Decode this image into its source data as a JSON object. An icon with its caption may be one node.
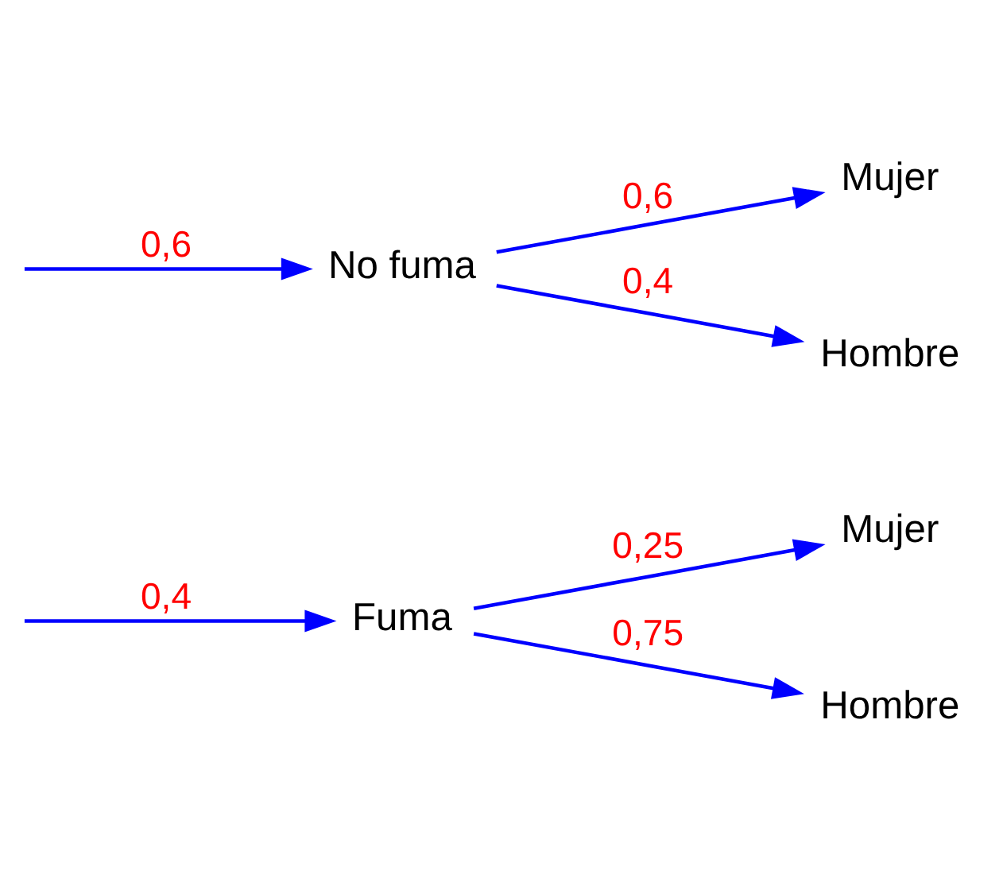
{
  "diagram": {
    "nodes": [
      {
        "text": [
          "Fuma"
        ]
      },
      {
        "text": [
          "No fuma"
        ]
      },
      {
        "text": [
          "Mujer"
        ]
      },
      {
        "text": [
          "Hombre"
        ]
      },
      {
        "text": [
          "Mujer"
        ]
      },
      {
        "text": [
          "Hombre"
        ]
      }
    ],
    "edges": [
      {
        "from": null,
        "to": 0,
        "arrow": "to",
        "label": "0,4"
      },
      {
        "from": null,
        "to": 1,
        "arrow": "to",
        "label": "0,6"
      },
      {
        "from": 0,
        "to": 2,
        "arrow": "to",
        "label": "0,25"
      },
      {
        "from": 0,
        "to": 3,
        "arrow": "to",
        "label": "0,75"
      },
      {
        "from": 1,
        "to": 4,
        "arrow": "to",
        "label": "0,6"
      },
      {
        "from": 1,
        "to": 5,
        "arrow": "to",
        "label": "0,4"
      }
    ]
  }
}
